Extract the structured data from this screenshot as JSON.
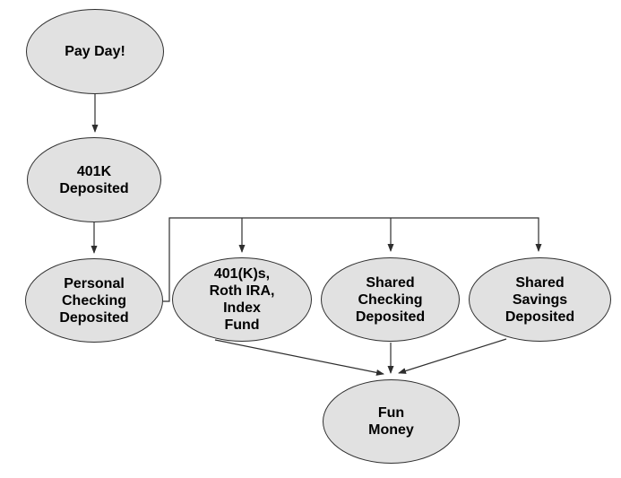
{
  "diagram": {
    "type": "flowchart",
    "colors": {
      "background": "#ffffff",
      "node_fill": "#e1e1e1",
      "node_border": "#2e2e2e",
      "edge_line": "#2e2e2e",
      "text": "#000000"
    },
    "nodes": [
      {
        "id": "pay-day",
        "label": "Pay Day!"
      },
      {
        "id": "401k-deposited",
        "label": "401K\nDeposited"
      },
      {
        "id": "personal-checking-deposited",
        "label": "Personal\nChecking\nDeposited"
      },
      {
        "id": "investments",
        "label": "401(K)s,\nRoth IRA,\nIndex\nFund"
      },
      {
        "id": "shared-checking-deposited",
        "label": "Shared\nChecking\nDeposited"
      },
      {
        "id": "shared-savings-deposited",
        "label": "Shared\nSavings\nDeposited"
      },
      {
        "id": "fun-money",
        "label": "Fun\nMoney"
      }
    ],
    "edges": [
      {
        "from": "pay-day",
        "to": "401k-deposited"
      },
      {
        "from": "401k-deposited",
        "to": "personal-checking-deposited"
      },
      {
        "from": "personal-checking-deposited",
        "to": "investments"
      },
      {
        "from": "personal-checking-deposited",
        "to": "shared-checking-deposited"
      },
      {
        "from": "personal-checking-deposited",
        "to": "shared-savings-deposited"
      },
      {
        "from": "investments",
        "to": "fun-money"
      },
      {
        "from": "shared-checking-deposited",
        "to": "fun-money"
      },
      {
        "from": "shared-savings-deposited",
        "to": "fun-money"
      }
    ]
  }
}
